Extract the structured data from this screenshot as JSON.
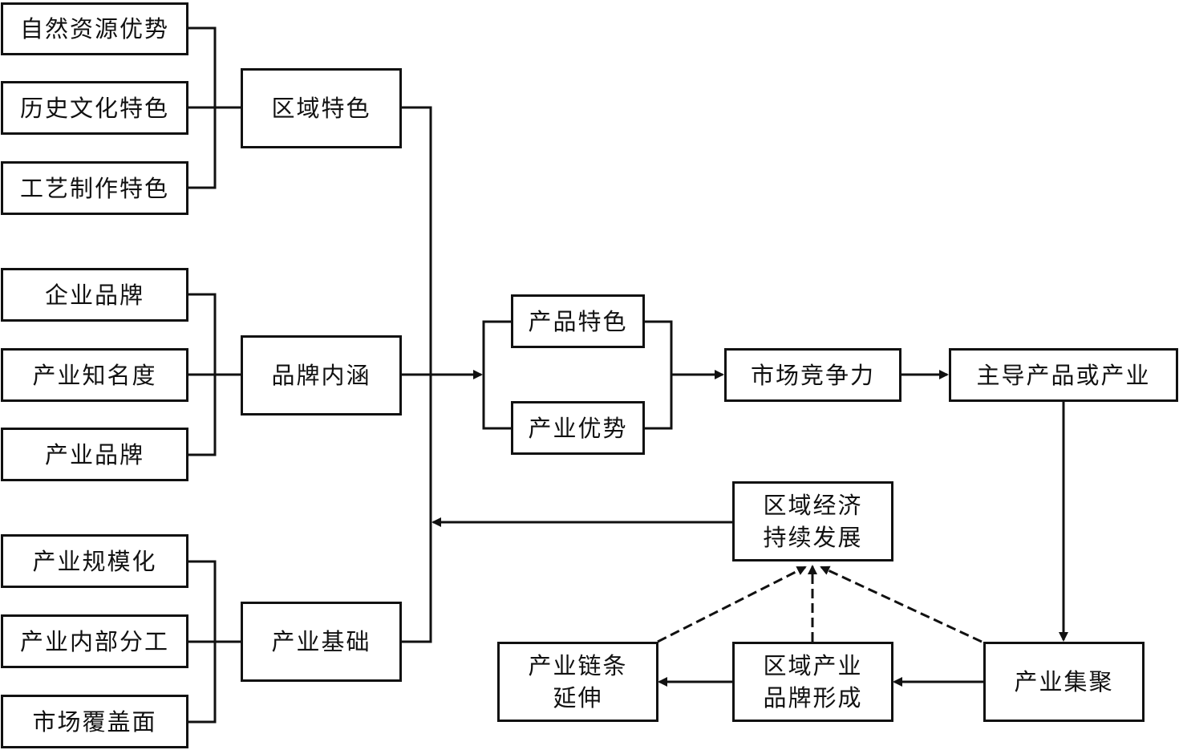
{
  "colors": {
    "line": "#111111",
    "background": "#ffffff"
  },
  "left_factors": {
    "natural_resources": "自然资源优势",
    "history_culture": "历史文化特色",
    "craft": "工艺制作特色",
    "enterprise_brand": "企业品牌",
    "industry_fame": "产业知名度",
    "industry_brand": "产业品牌",
    "scale": "产业规模化",
    "division": "产业内部分工",
    "market_coverage": "市场覆盖面"
  },
  "middle_groups": {
    "regional_feature": "区域特色",
    "brand_connotation": "品牌内涵",
    "industry_base": "产业基础"
  },
  "features": {
    "product_feature": "产品特色",
    "industry_advantage": "产业优势"
  },
  "flow": {
    "market_competitiveness": "市场竞争力",
    "leading_product": "主导产品或产业",
    "industry_cluster": "产业集聚",
    "regional_brand_line1": "区域产业",
    "regional_brand_line2": "品牌形成",
    "chain_line1": "产业链条",
    "chain_line2": "延伸",
    "economy_line1": "区域经济",
    "economy_line2": "持续发展"
  }
}
